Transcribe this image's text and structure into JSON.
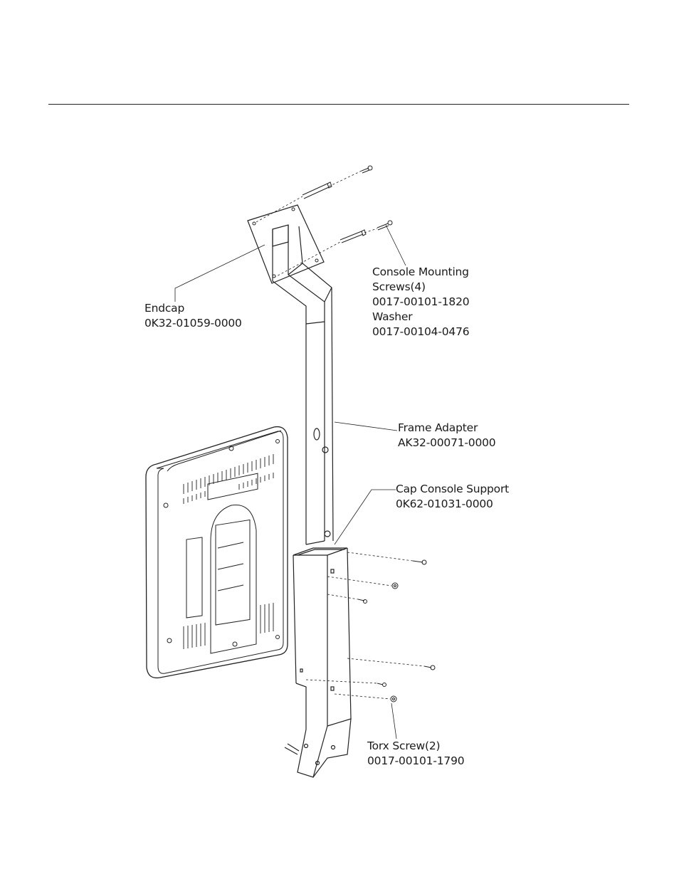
{
  "labels": {
    "endcap": {
      "name": "Endcap",
      "part": "0K32-01059-0000"
    },
    "console_screws": {
      "name1": "Console Mounting",
      "name2": "Screws(4)",
      "part": "0017-00101-1820",
      "washer": "Washer",
      "washer_part": "0017-00104-0476"
    },
    "frame_adapter": {
      "name": "Frame Adapter",
      "part": "AK32-00071-0000"
    },
    "cap_console_support": {
      "name": "Cap Console Support",
      "part": "0K62-01031-0000"
    },
    "torx_screw": {
      "name": "Torx Screw(2)",
      "part": "0017-00101-1790"
    }
  },
  "colors": {
    "line": "#222222",
    "paper": "#ffffff"
  }
}
